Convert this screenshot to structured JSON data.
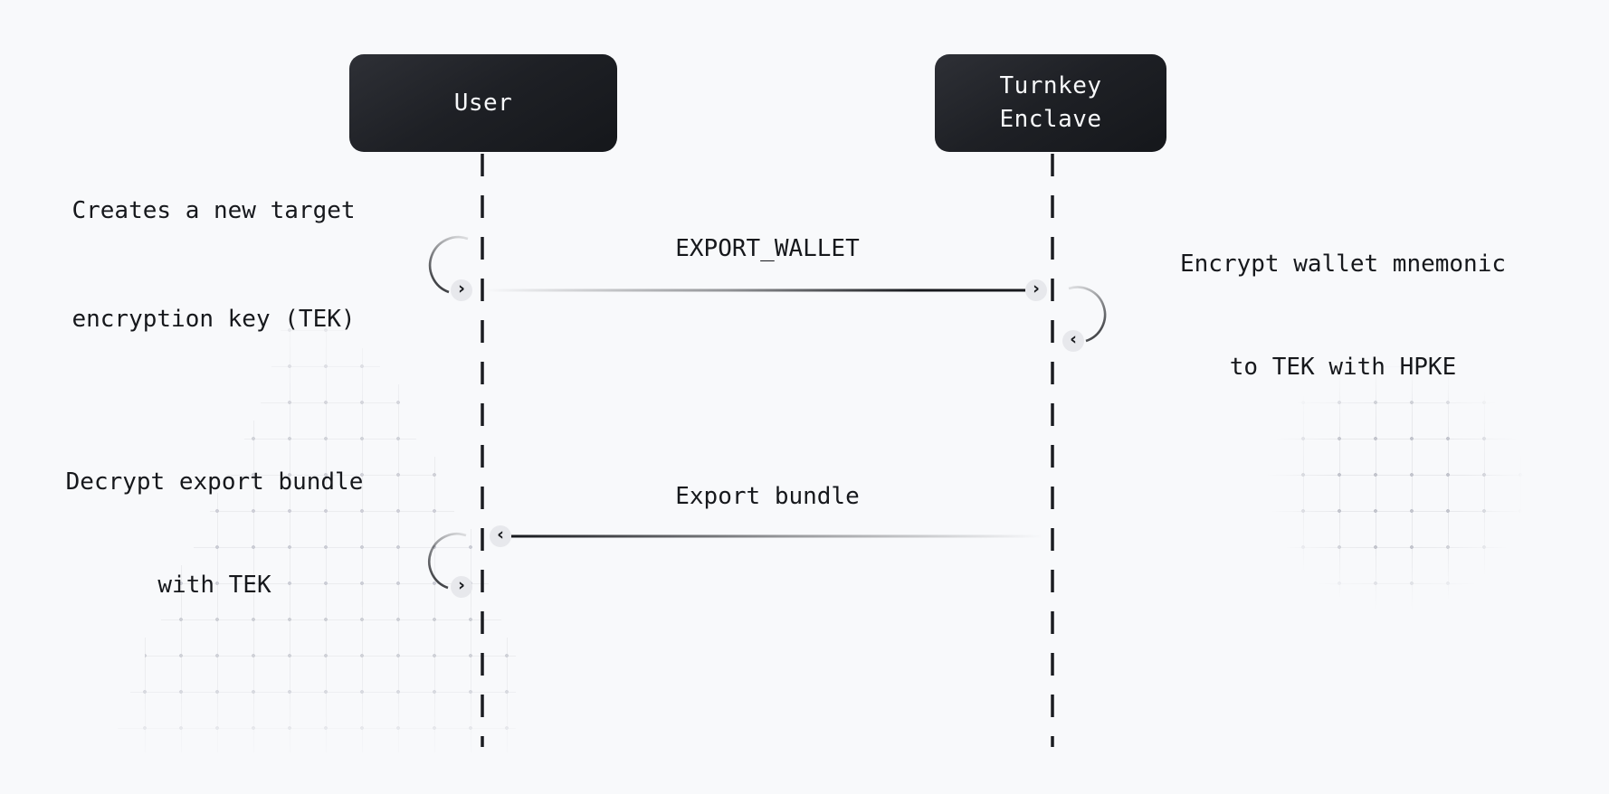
{
  "diagram": {
    "actors": [
      {
        "id": "user",
        "lines": [
          "User"
        ]
      },
      {
        "id": "turnkey-enclave",
        "lines": [
          "Turnkey",
          "Enclave"
        ]
      }
    ],
    "messages": [
      {
        "id": "export-wallet",
        "label": "EXPORT_WALLET",
        "from": "user",
        "to": "turnkey-enclave",
        "direction": "right"
      },
      {
        "id": "export-bundle",
        "label": "Export bundle",
        "from": "turnkey-enclave",
        "to": "user",
        "direction": "left"
      }
    ],
    "self_actions": [
      {
        "id": "create-tek",
        "actor": "user",
        "lines": [
          "Creates a new target",
          "encryption key (TEK)"
        ]
      },
      {
        "id": "encrypt-mnemonic",
        "actor": "turnkey-enclave",
        "lines": [
          "Encrypt wallet mnemonic",
          "to TEK with HPKE"
        ]
      },
      {
        "id": "decrypt-bundle",
        "actor": "user",
        "lines": [
          "Decrypt export bundle",
          "with TEK"
        ]
      }
    ],
    "icons": {
      "chevron_right": "›",
      "chevron_left": "‹"
    },
    "colors": {
      "background": "#f8f9fb",
      "actor_bg_start": "#2e3036",
      "actor_bg_end": "#15171b",
      "actor_text": "#f7f8fa",
      "line": "#17191d",
      "text": "#16181c",
      "badge_bg": "#e7e8ec",
      "grid_dot": "#c3c5cd"
    }
  }
}
